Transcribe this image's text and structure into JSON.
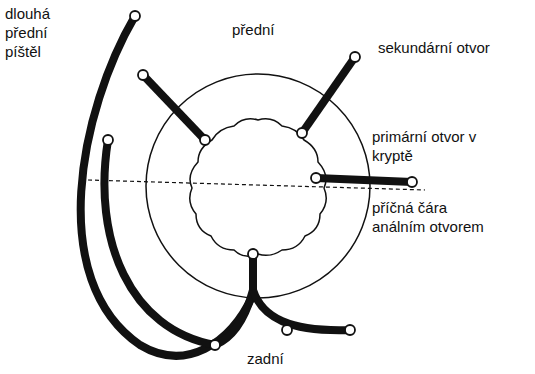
{
  "diagram": {
    "labels": [
      "dlouhá přední píštěl",
      "přední",
      "sekundární otvor",
      "primární otvor v kryptě",
      "příčná čára análním otvorem",
      "zadní"
    ]
  }
}
